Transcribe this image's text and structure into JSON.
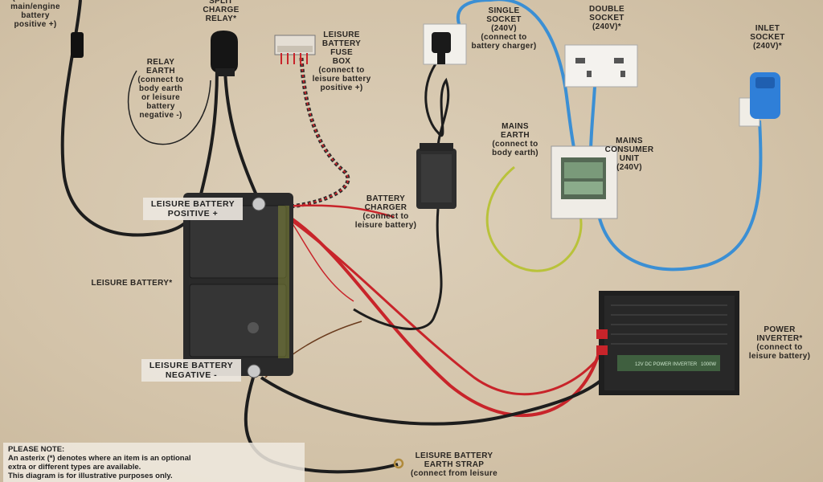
{
  "labels": {
    "top_left": "(connect to\nmain/engine\nbattery\npositive +)",
    "split_charge": "SPLIT\nCHARGE\nRELAY*",
    "relay_earth_title": "RELAY\nEARTH",
    "relay_earth_sub": "(connect to\nbody earth\nor leisure\nbattery\nnegative -)",
    "fuse_box_title": "LEISURE\nBATTERY\nFUSE\nBOX",
    "fuse_box_sub": "(connect to\nleisure battery\npositive +)",
    "single_socket_title": "SINGLE\nSOCKET\n(240V)",
    "single_socket_sub": "(connect to\nbattery charger)",
    "double_socket": "DOUBLE\nSOCKET\n(240V)*",
    "inlet_socket": "INLET\nSOCKET\n(240V)*",
    "mains_earth_title": "MAINS\nEARTH",
    "mains_earth_sub": "(connect to\nbody earth)",
    "consumer_unit": "MAINS\nCONSUMER\nUNIT\n(240V)",
    "battery_charger_title": "BATTERY\nCHARGER",
    "battery_charger_sub": "(connect to\nleisure battery)",
    "leisure_battery": "LEISURE BATTERY*",
    "battery_positive": "LEISURE BATTERY\nPOSITIVE +",
    "battery_negative": "LEISURE BATTERY\nNEGATIVE -",
    "power_inverter_title": "POWER\nINVERTER*",
    "power_inverter_sub": "(connect to\nleisure battery)",
    "earth_strap_title": "LEISURE BATTERY\nEARTH STRAP",
    "earth_strap_sub": "(connect from leisure"
  },
  "note": {
    "heading": "PLEASE NOTE:",
    "line1": "An asterix (*) denotes where an item is an optional",
    "line2": "extra or different types are available.",
    "line3": "This diagram is for illustrative purposes only."
  },
  "inverter_panel": {
    "model": "12V DC POWER INVERTER",
    "rating": "1000W"
  },
  "colors": {
    "red_cable": "#c8242a",
    "blue_cable": "#3b8fd4",
    "earth_cable": "#b9c23a",
    "black_cable": "#1d1d1d"
  }
}
